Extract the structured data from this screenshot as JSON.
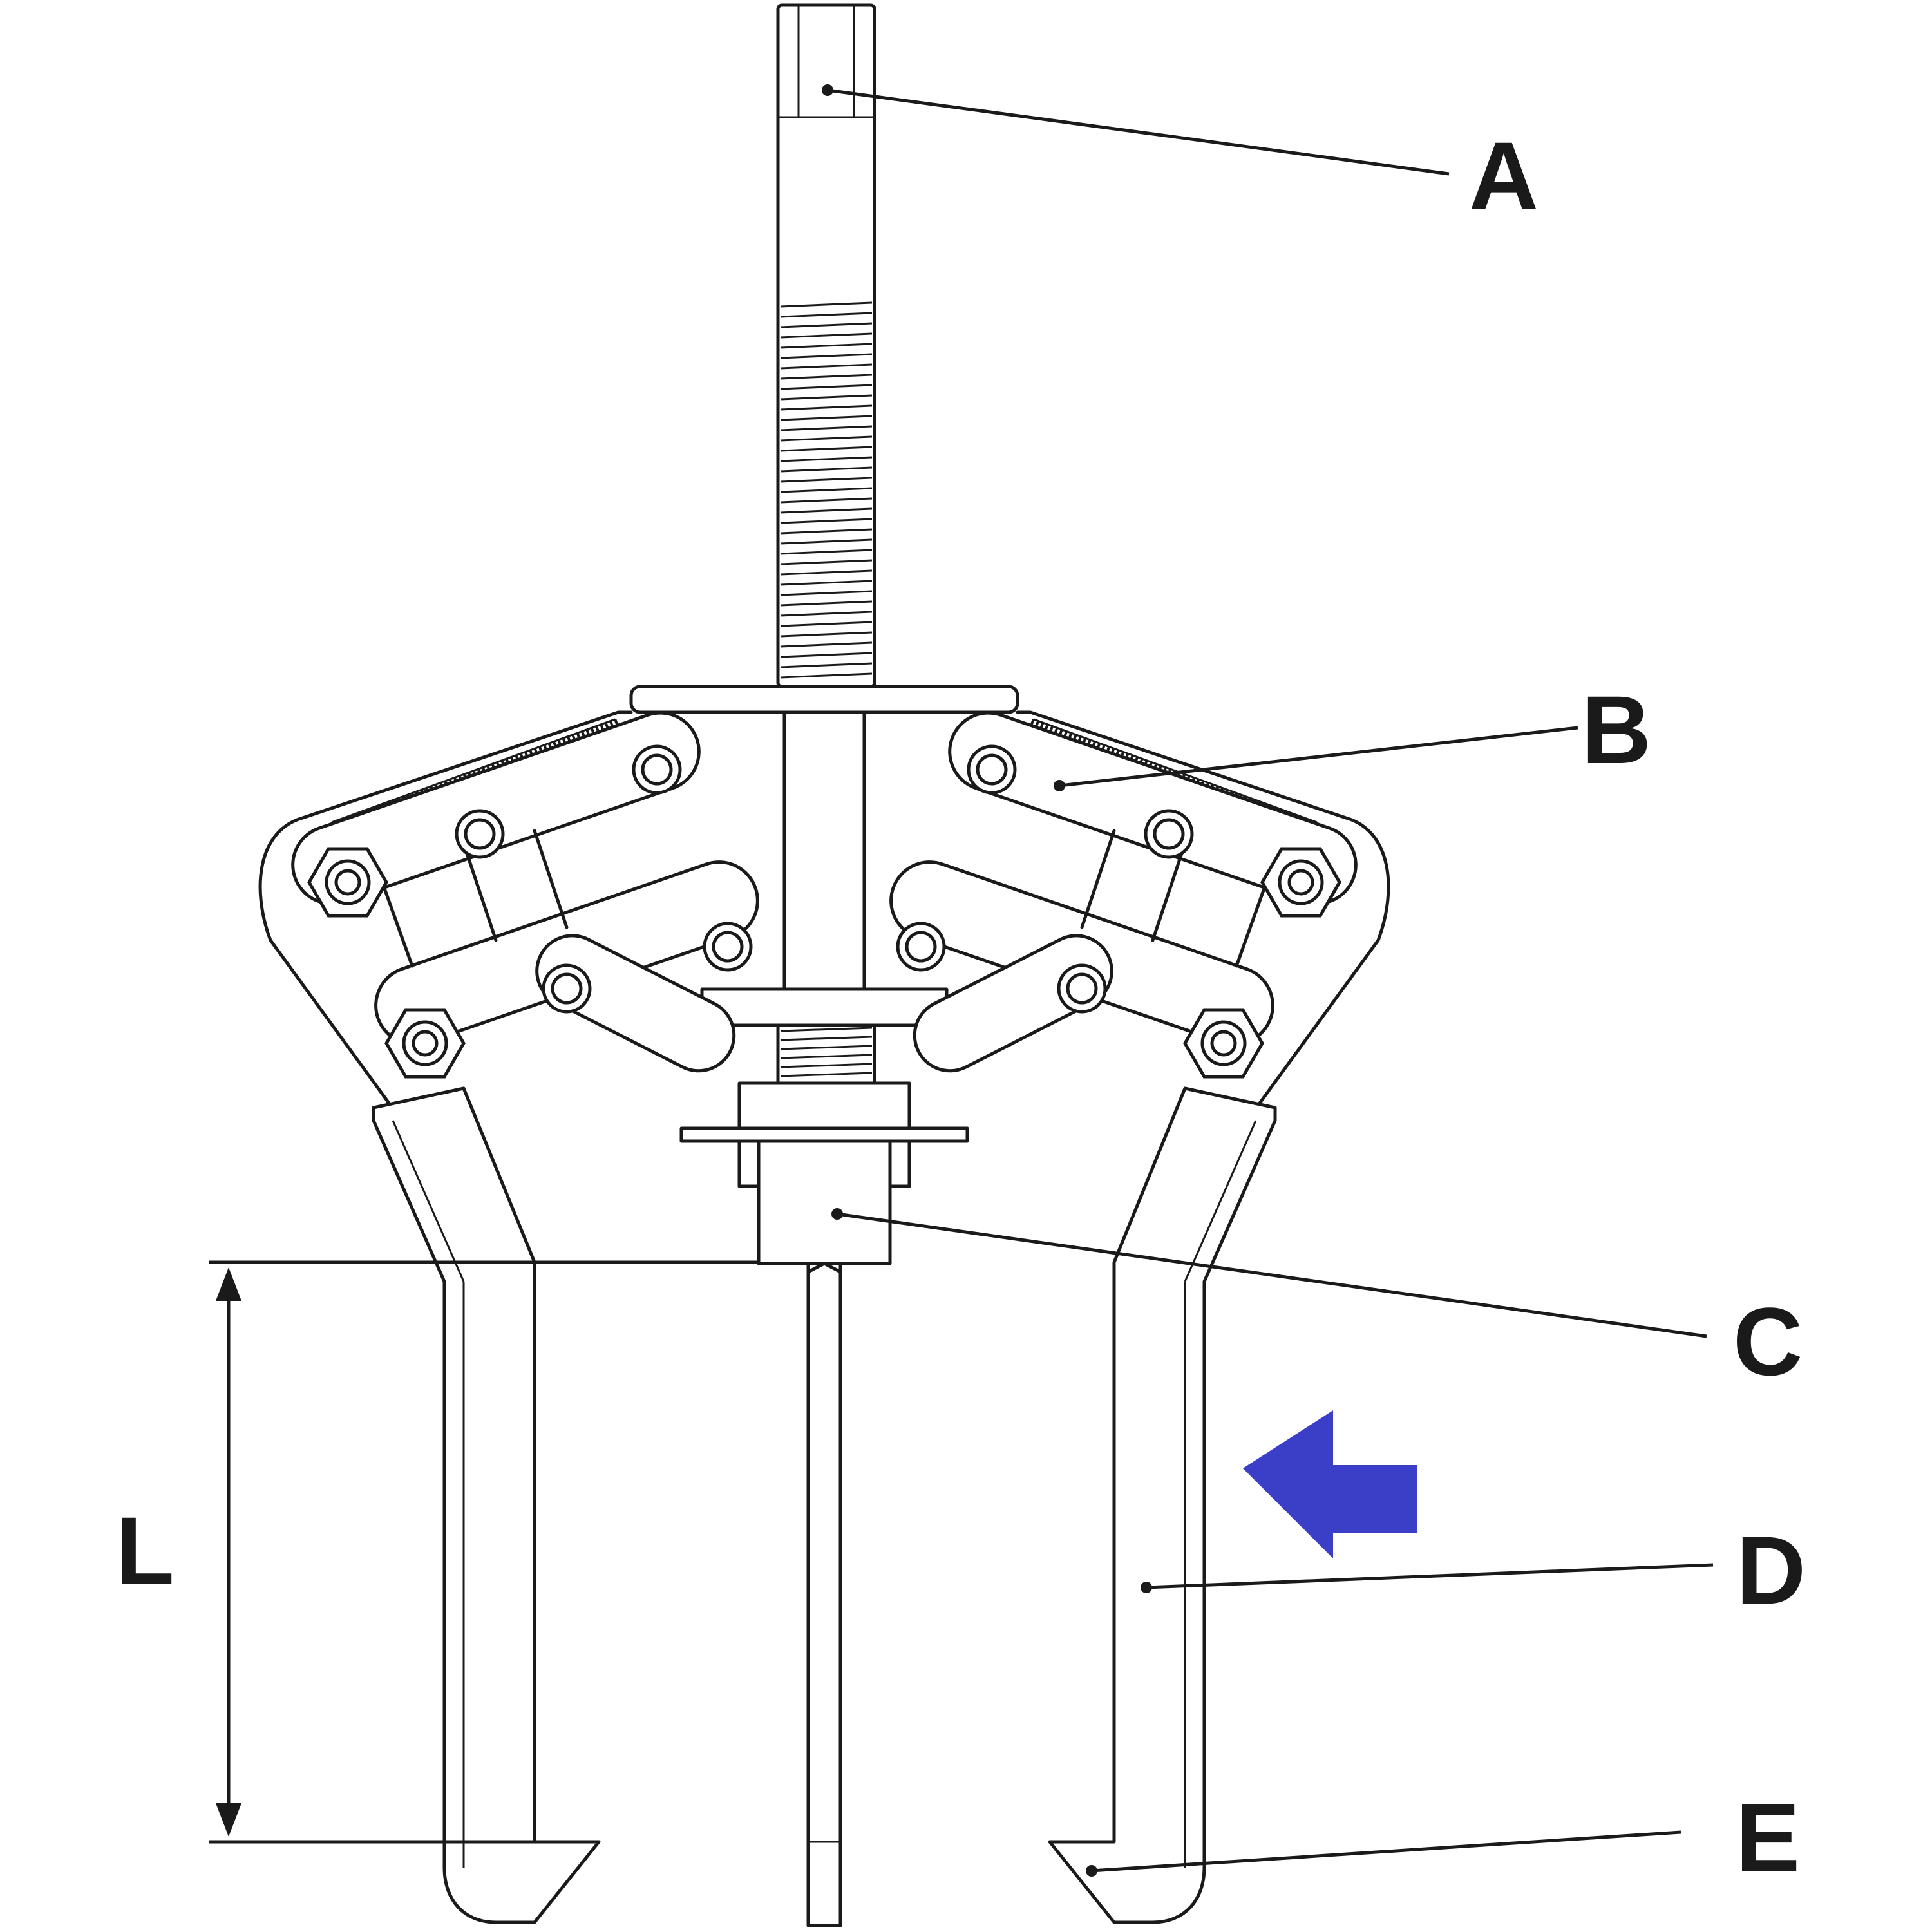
{
  "callouts": {
    "a": "A",
    "b": "B",
    "c": "C",
    "d": "D",
    "e": "E"
  },
  "dimension": {
    "label": "L"
  },
  "colors": {
    "line": "#1a1a1a",
    "arrow": "#3b3fc8",
    "background": "#ffffff"
  },
  "icons": {
    "direction_arrow": "left-arrow-icon"
  }
}
